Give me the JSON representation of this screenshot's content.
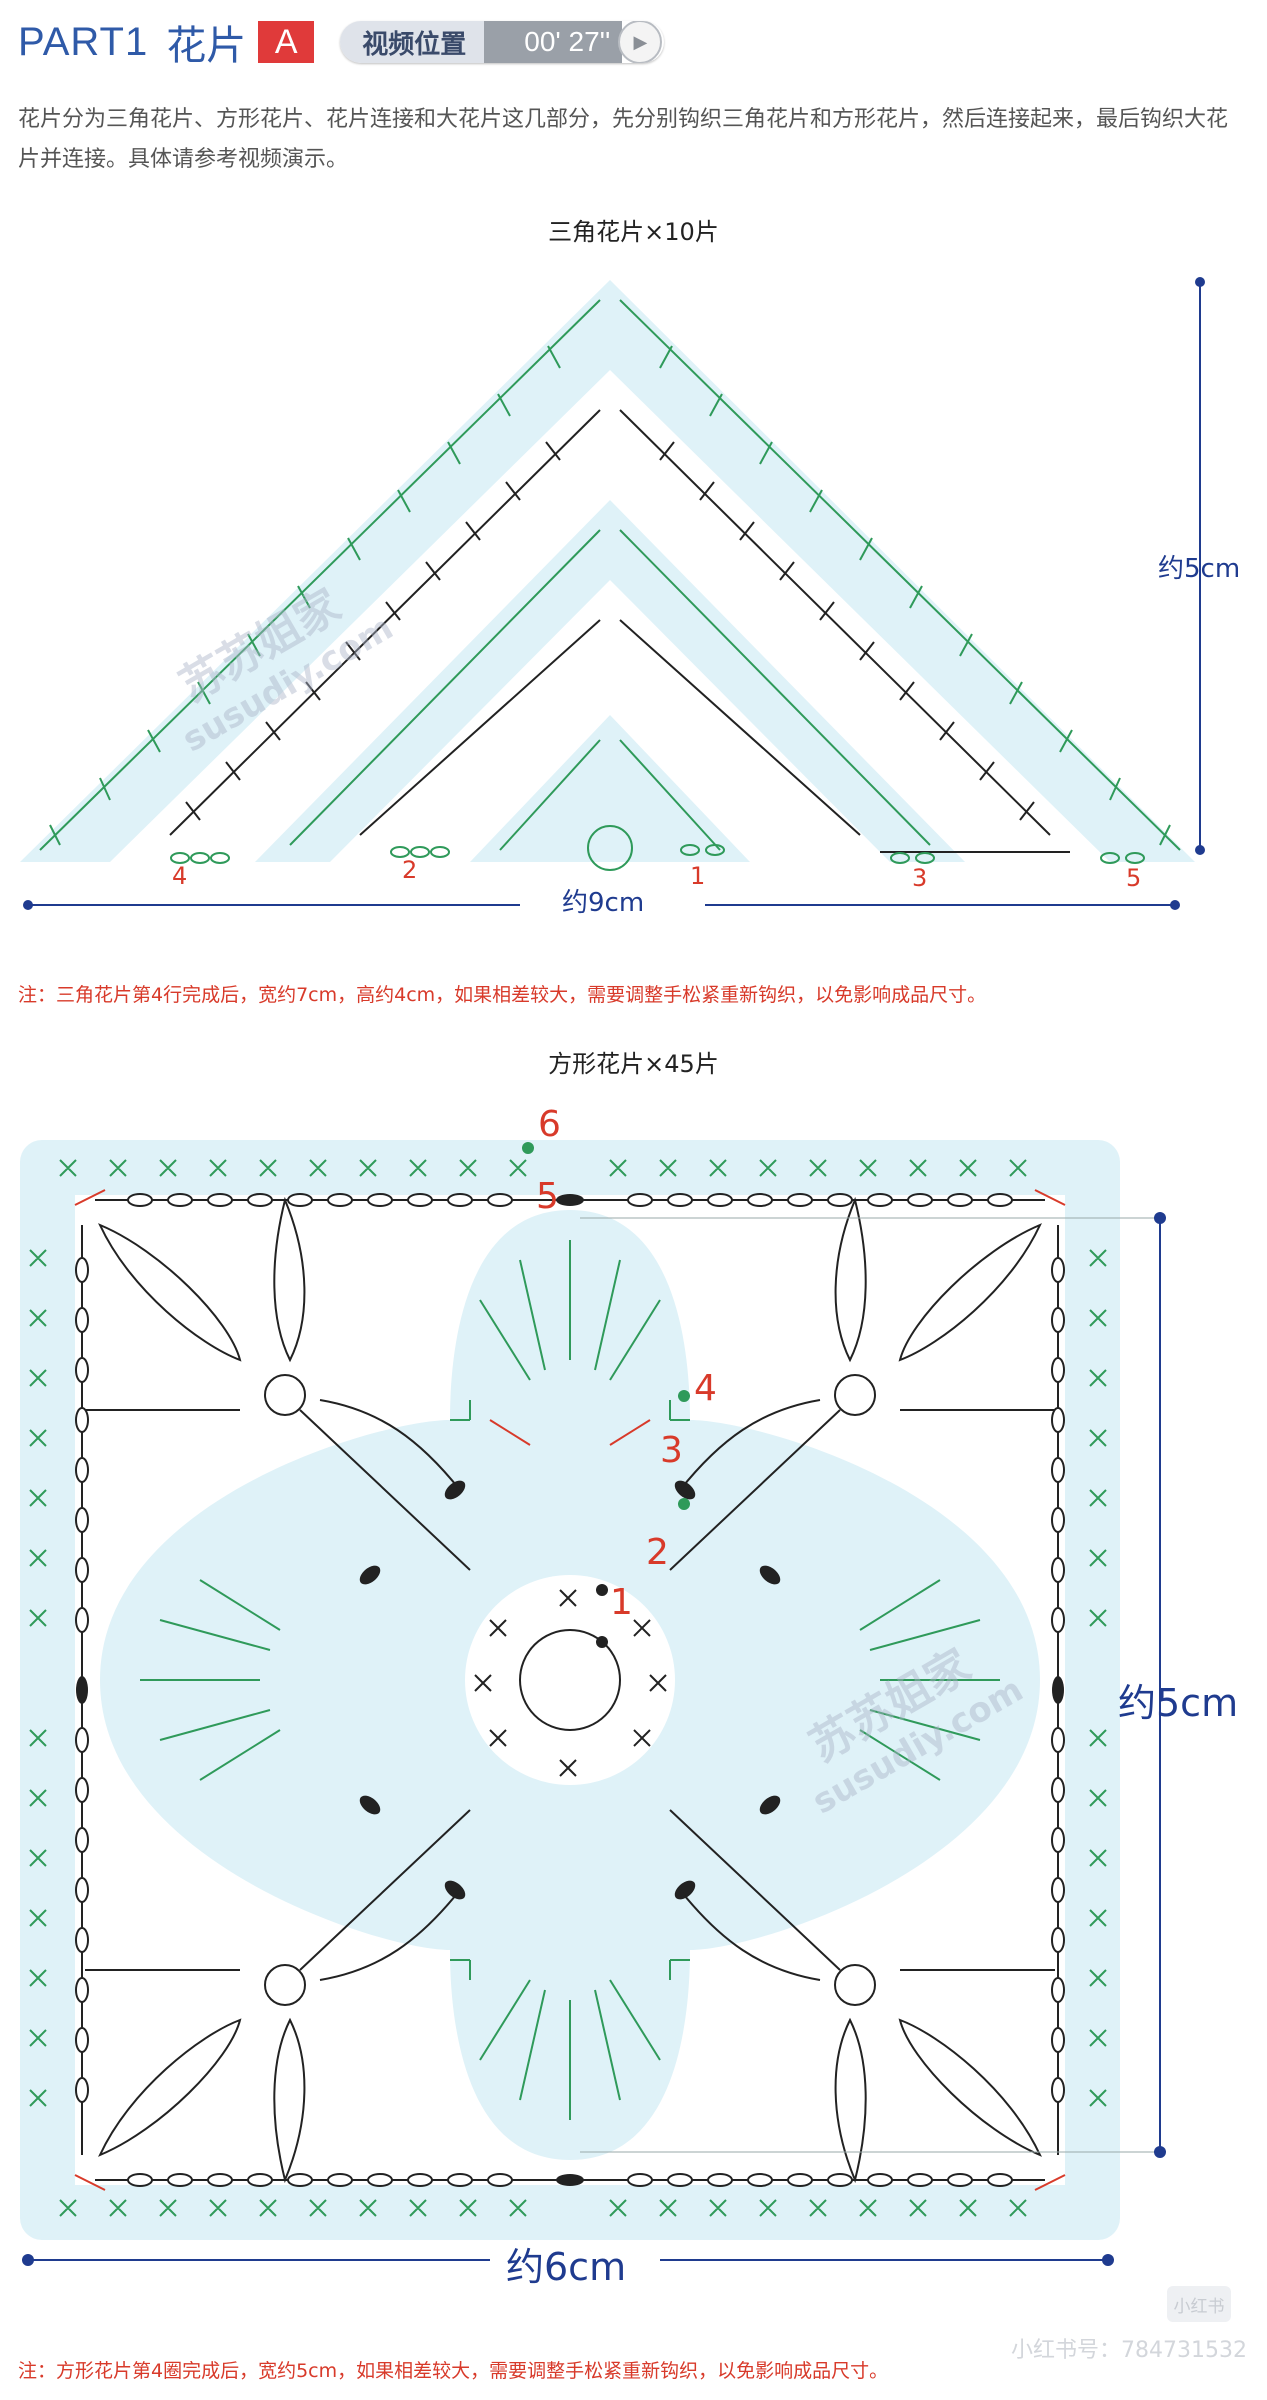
{
  "header": {
    "part_title": "PART1",
    "part_subtitle": "花片",
    "part_badge": "A",
    "video_label": "视频位置",
    "video_time": "00' 27''",
    "play_icon": "play-icon"
  },
  "intro": "花片分为三角花片、方形花片、花片连接和大花片这几部分，先分别钩织三角花片和方形花片，然后连接起来，最后钩织大花片并连接。具体请参考视频演示。",
  "triangle": {
    "title": "三角花片×10片",
    "height_label": "约5cm",
    "width_label": "约9cm",
    "row_numbers": [
      "4",
      "2",
      "1",
      "3",
      "5"
    ],
    "note": "注：三角花片第4行完成后，宽约7cm，高约4cm，如果相差较大，需要调整手松紧重新钩织，以免影响成品尺寸。"
  },
  "square": {
    "title": "方形花片×45片",
    "height_label": "约5cm",
    "width_label": "约6cm",
    "round_numbers": [
      "6",
      "5",
      "4",
      "3",
      "2",
      "1"
    ],
    "note": "注：方形花片第4圈完成后，宽约5cm，如果相差较大，需要调整手松紧重新钩织，以免影响成品尺寸。"
  },
  "watermarks": [
    "苏苏姐家",
    "susudiy.com"
  ],
  "footer": {
    "brand_mark": "小红书",
    "id_text": "小红书号：784731532"
  },
  "colors": {
    "accent_blue": "#2f5aa8",
    "dim_blue": "#1f3b8f",
    "note_red": "#d83a2a",
    "stitch_green": "#2f9a5a",
    "fill_light_blue": "#dff2f8",
    "badge_red": "#e03a3a"
  }
}
